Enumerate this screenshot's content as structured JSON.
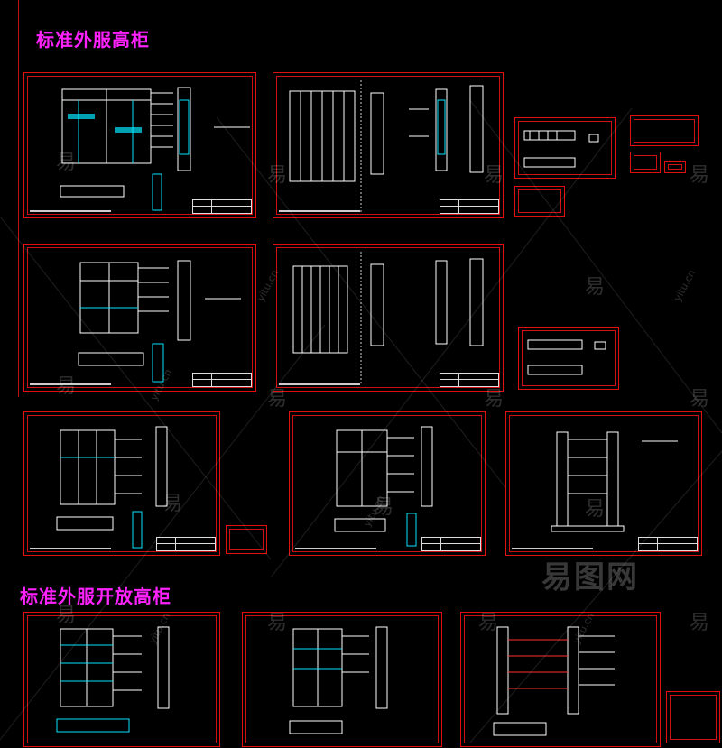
{
  "sections": {
    "top_title": "标准外服高柜",
    "bottom_title": "标准外服开放高柜"
  },
  "watermark": {
    "brand": "易图网",
    "glyph": "易",
    "domain": "yitu.cn"
  },
  "colors": {
    "background": "#000000",
    "sheet_border": "#e01010",
    "title_magenta": "#ff22ff",
    "cad_white": "#ffffff",
    "cad_cyan": "#00e5ff"
  }
}
